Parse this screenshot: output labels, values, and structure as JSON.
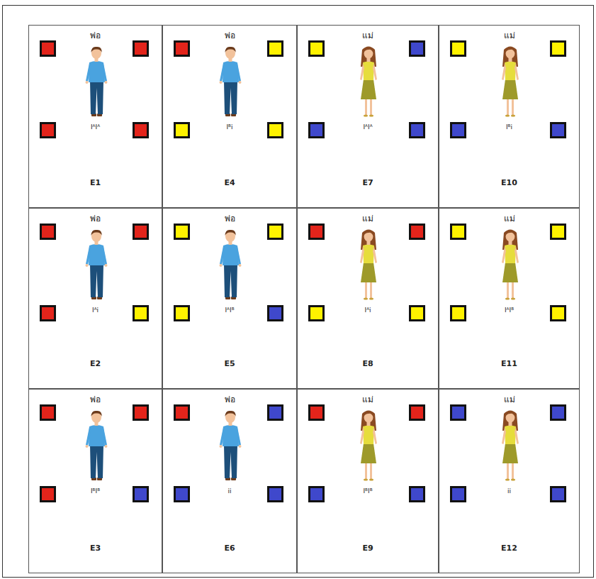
{
  "diagram": {
    "nodes": [
      {
        "text": [
          "พ่อ",
          "IᴬIᴬ",
          "E1"
        ]
      },
      {
        "text": [
          "พ่อ",
          "Iᴮi",
          "E4"
        ]
      },
      {
        "text": [
          "แม่",
          "IᴬIᴬ",
          "E7"
        ]
      },
      {
        "text": [
          "แม่",
          "Iᴮi",
          "E10"
        ]
      },
      {
        "text": [
          "พ่อ",
          "Iᴬi",
          "E2"
        ]
      },
      {
        "text": [
          "พ่อ",
          "IᴬIᴮ",
          "E5"
        ]
      },
      {
        "text": [
          "แม่",
          "Iᴬi",
          "E8"
        ]
      },
      {
        "text": [
          "แม่",
          "IᴬIᴮ",
          "E11"
        ]
      },
      {
        "text": [
          "พ่อ",
          "IᴮIᴮ",
          "E3"
        ]
      },
      {
        "text": [
          "พ่อ",
          "ii",
          "E6"
        ]
      },
      {
        "text": [
          "แม่",
          "IᴮIᴮ",
          "E9"
        ]
      },
      {
        "text": [
          "แม่",
          "ii",
          "E12"
        ]
      }
    ]
  }
}
